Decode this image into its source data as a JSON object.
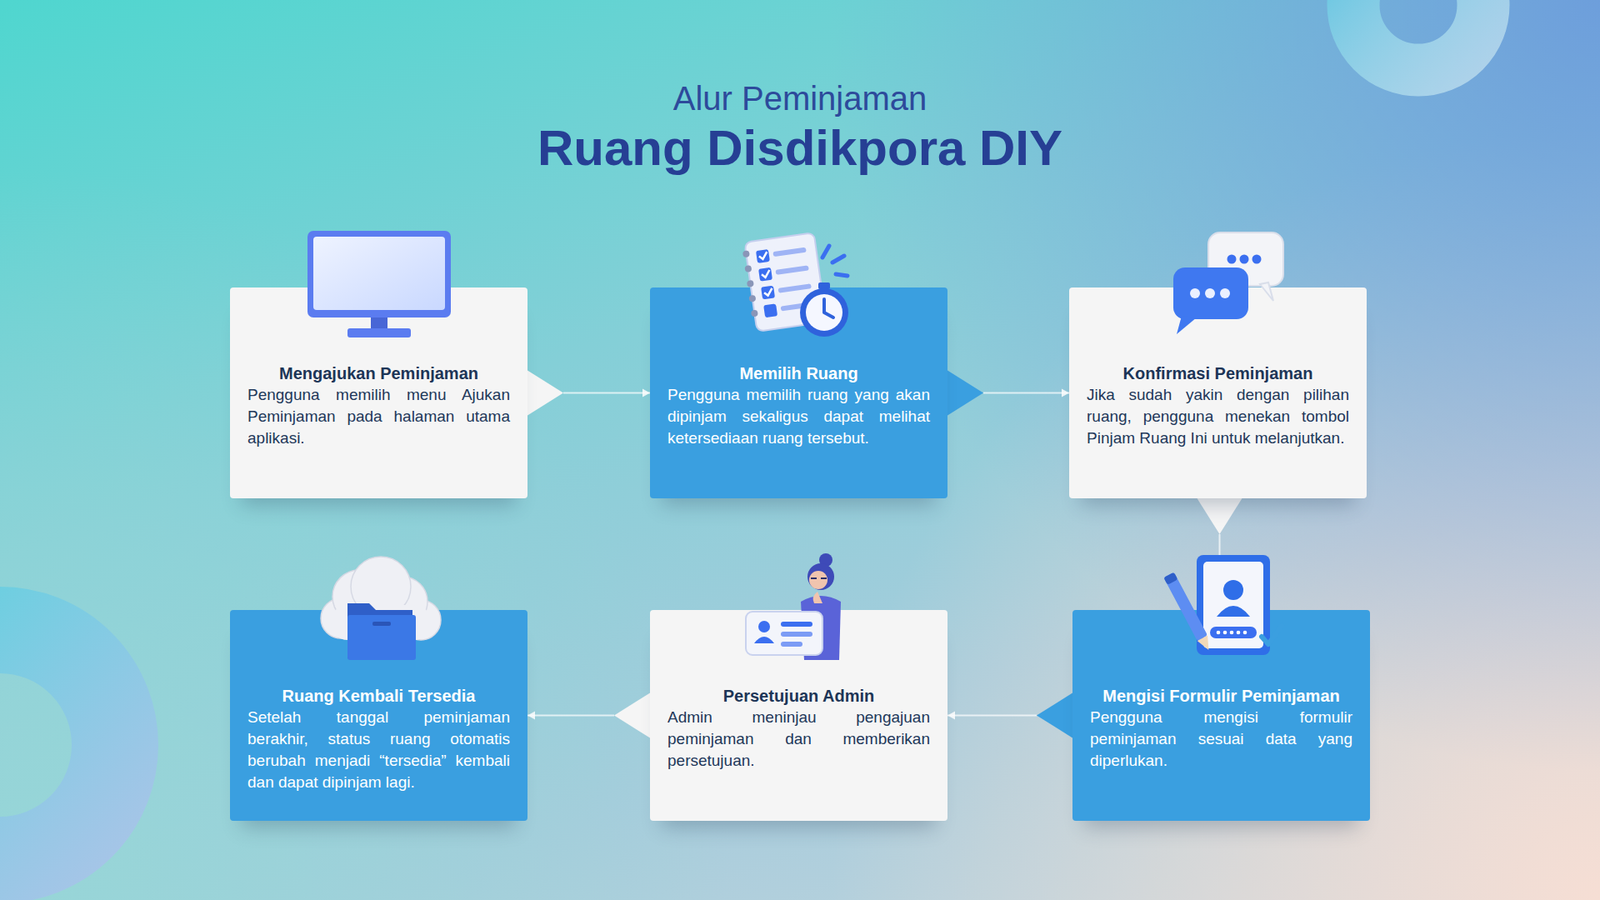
{
  "diagram": {
    "title": "Ruang Disdikpora DIY",
    "nodes": [
      {
        "text": [
          "Mengajukan Peminjaman",
          "Pengguna memilih menu Ajukan Peminjaman pada halaman utama aplikasi."
        ]
      },
      {
        "text": [
          "Memilih Ruang",
          "Pengguna memilih ruang yang akan dipinjam sekaligus dapat melihat ketersediaan ruang tersebut."
        ]
      },
      {
        "text": [
          "Konfirmasi Peminjaman",
          "Jika sudah yakin dengan pilihan ruang, pengguna menekan tombol Pinjam Ruang Ini untuk melanjutkan."
        ]
      },
      {
        "text": [
          "Ruang Kembali Tersedia",
          "Setelah tanggal peminjaman berakhir, status ruang otomatis berubah menjadi “tersedia” kembali dan dapat dipinjam lagi."
        ]
      },
      {
        "text": [
          "Persetujuan Admin",
          "Admin meninjau pengajuan peminjaman dan memberikan persetujuan."
        ]
      },
      {
        "text": [
          "Mengisi Formulir Peminjaman",
          "Pengguna mengisi formulir peminjaman sesuai data yang diperlukan."
        ]
      }
    ],
    "edges": [
      {
        "from": 0,
        "to": 1,
        "arrow": "to"
      },
      {
        "from": 1,
        "to": 2,
        "arrow": "to"
      },
      {
        "from": 2,
        "to": 5,
        "arrow": "to"
      },
      {
        "from": 5,
        "to": 4,
        "arrow": "to"
      },
      {
        "from": 4,
        "to": 3,
        "arrow": "to"
      }
    ],
    "labels": [
      "Alur Peminjaman"
    ]
  }
}
